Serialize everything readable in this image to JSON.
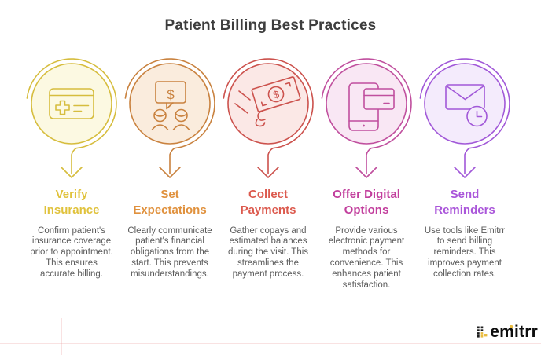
{
  "title": "Patient Billing Best Practices",
  "icons": {
    "dollar": "$"
  },
  "logo": {
    "text": "emitrr"
  },
  "steps": [
    {
      "heading": "Verify\nInsurance",
      "description": "Confirm patient's insurance coverage prior to appointment. This ensures accurate billing.",
      "icon": "insurance-card-icon",
      "colors": {
        "stroke": "#d6bd3e",
        "fill": "#fcf9e2",
        "heading": "#e0c23c"
      }
    },
    {
      "heading": "Set\nExpectations",
      "description": "Clearly communicate patient's financial obligations from the start. This prevents misunderstandings.",
      "icon": "payment-discussion-icon",
      "colors": {
        "stroke": "#c9823f",
        "fill": "#faecdd",
        "heading": "#e0913d"
      }
    },
    {
      "heading": "Collect\nPayments",
      "description": "Gather copays and estimated balances during the visit. This streamlines the payment process.",
      "icon": "hand-cash-icon",
      "colors": {
        "stroke": "#cc524d",
        "fill": "#fbe8e6",
        "heading": "#dc5a4e"
      }
    },
    {
      "heading": "Offer Digital\nOptions",
      "description": "Provide various electronic payment methods for convenience. This enhances patient satisfaction.",
      "icon": "mobile-card-payment-icon",
      "colors": {
        "stroke": "#c04f9e",
        "fill": "#f9e7f4",
        "heading": "#c23f9d"
      }
    },
    {
      "heading": "Send\nReminders",
      "description": "Use tools like Emitrr to send billing reminders. This improves payment collection rates.",
      "icon": "email-clock-icon",
      "colors": {
        "stroke": "#a158d8",
        "fill": "#f4ebfc",
        "heading": "#aa56da"
      }
    }
  ]
}
